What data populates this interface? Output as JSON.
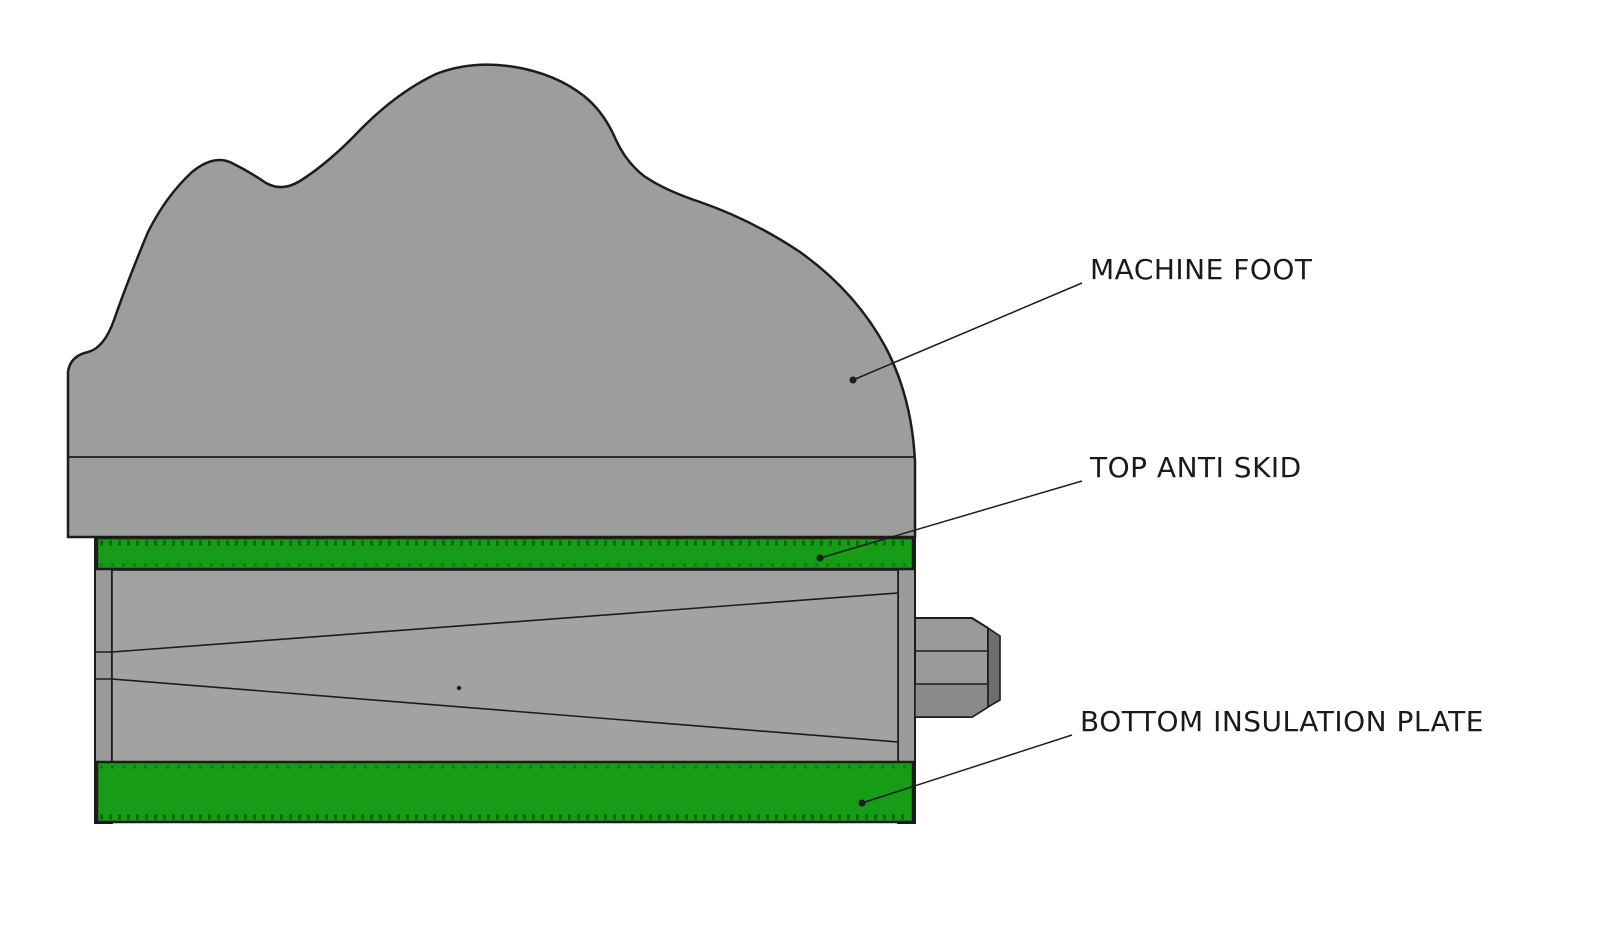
{
  "diagram": {
    "type": "technical-cross-section",
    "background": "#ffffff",
    "colors": {
      "machine_gray": "#9c9e9e",
      "body_gray": "#a2a2a2",
      "side_gray": "#9a9a9a",
      "anti_skid_green": "#169c16",
      "insulation_green": "#169c16",
      "green_tick": "#0b650b",
      "bolt_gray": "#9a9a9a",
      "bolt_mid": "#8a8a8a",
      "bolt_dark": "#6e6e6e",
      "outline": "#1c1c1c",
      "label_text": "#1a1a1a"
    },
    "labels": {
      "machine_foot": "MACHINE FOOT",
      "top_anti_skid": "TOP ANTI SKID",
      "bottom_insulation_plate": "BOTTOM INSULATION PLATE"
    }
  }
}
